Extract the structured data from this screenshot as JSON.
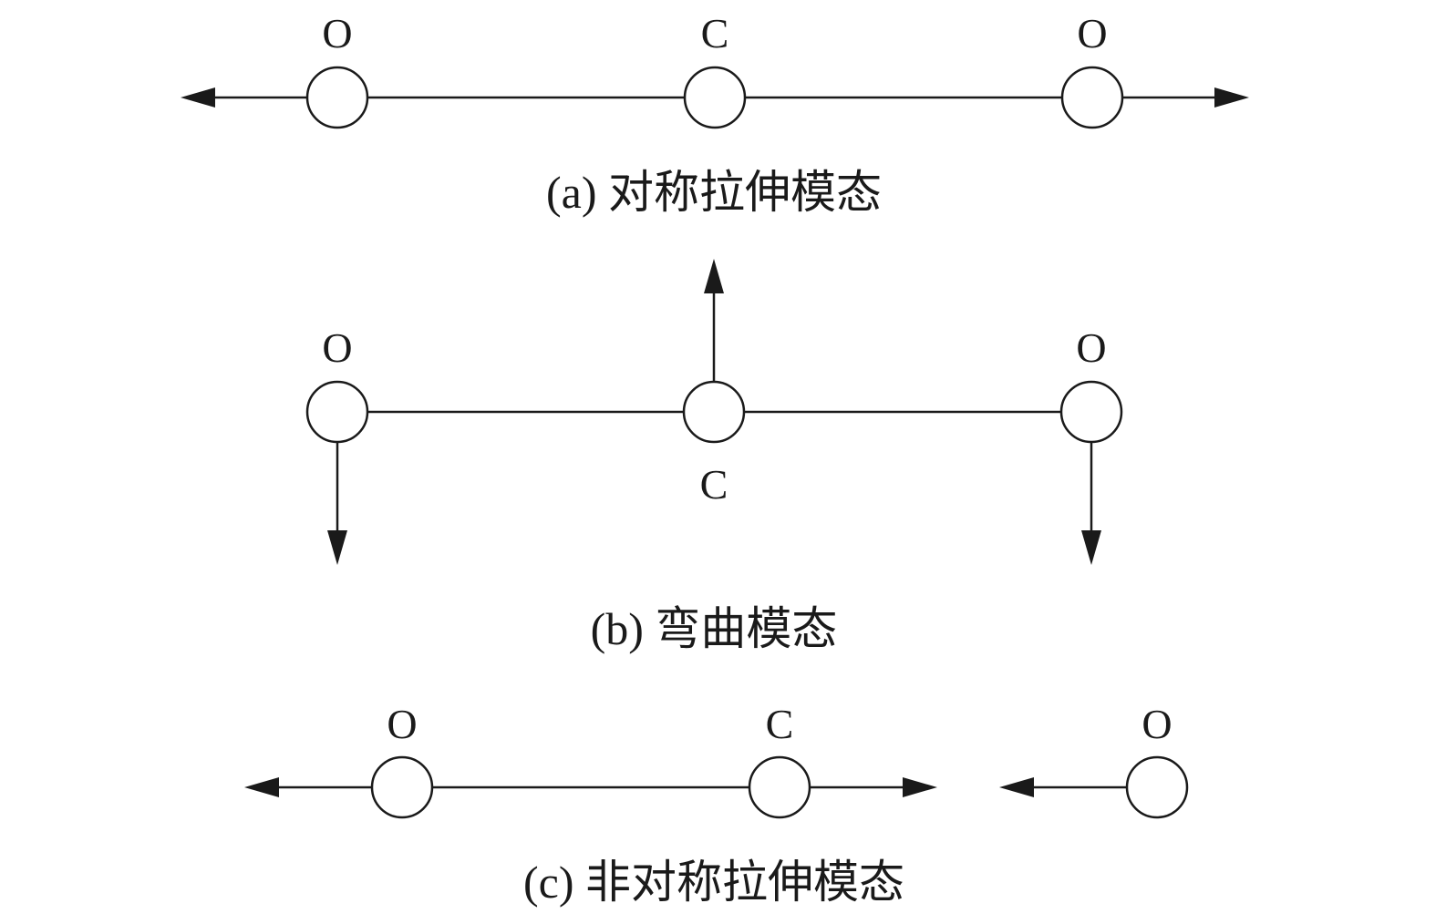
{
  "panels": [
    {
      "id": "a",
      "caption": "(a) 对称拉伸模态",
      "atoms": [
        {
          "label": "O"
        },
        {
          "label": "C"
        },
        {
          "label": "O"
        }
      ]
    },
    {
      "id": "b",
      "caption": "(b) 弯曲模态",
      "atoms": [
        {
          "label": "O"
        },
        {
          "label": "C"
        },
        {
          "label": "O"
        }
      ]
    },
    {
      "id": "c",
      "caption": "(c) 非对称拉伸模态",
      "atoms": [
        {
          "label": "O"
        },
        {
          "label": "C"
        },
        {
          "label": "O"
        }
      ]
    }
  ]
}
